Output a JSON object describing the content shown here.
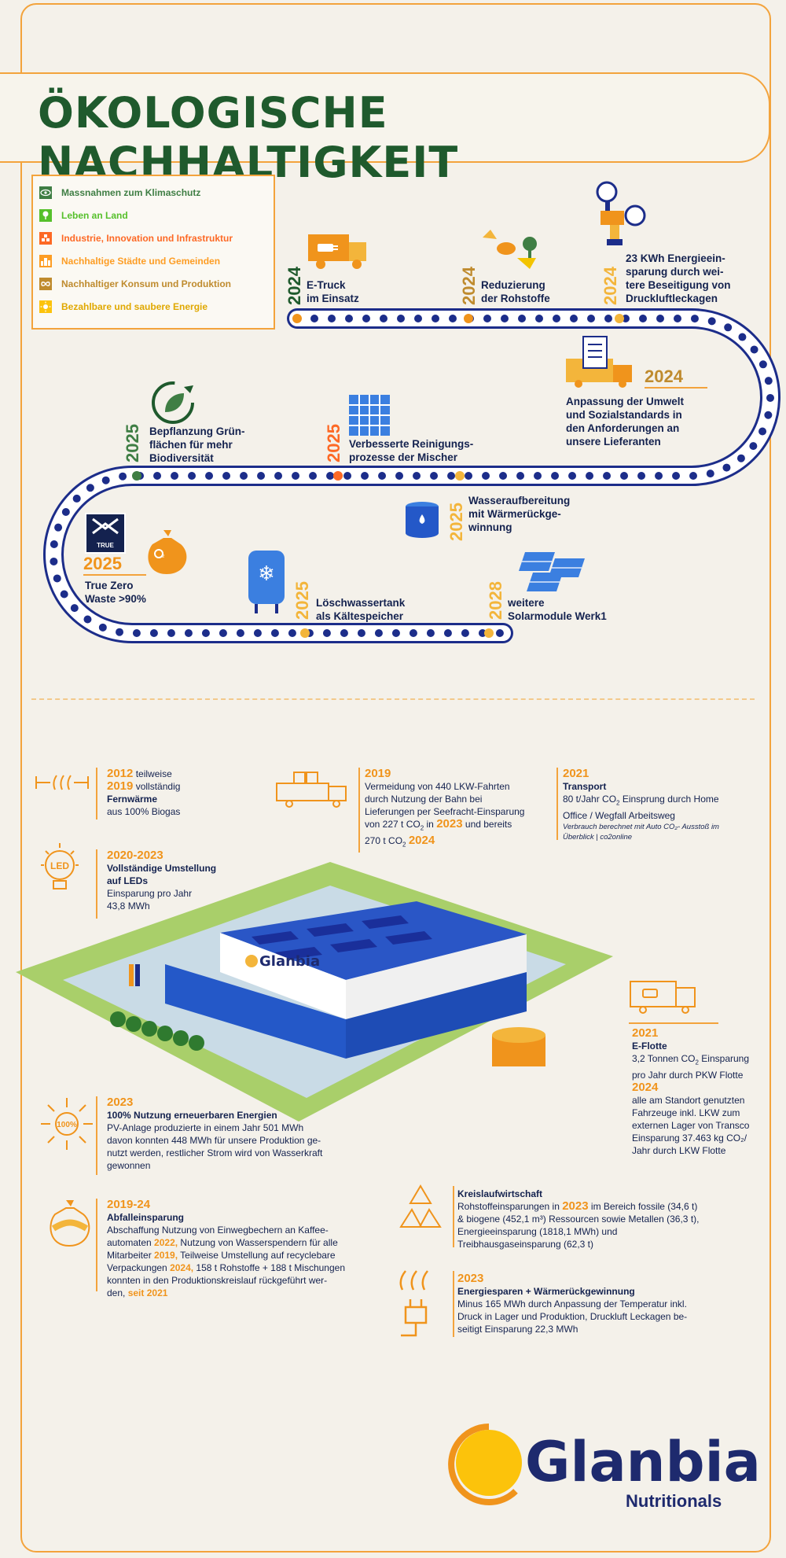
{
  "title": "ÖKOLOGISCHE NACHHALTIGKEIT",
  "legend": [
    {
      "label": "Massnahmen zum Klimaschutz",
      "color": "#3f7e44",
      "icon": "eye-icon"
    },
    {
      "label": "Leben an Land",
      "color": "#56c02b",
      "icon": "tree-icon"
    },
    {
      "label": "Industrie, Innovation und Infrastruktur",
      "color": "#fd6925",
      "icon": "cubes-icon"
    },
    {
      "label": "Nachhaltige Städte und Gemeinden",
      "color": "#fd9d24",
      "icon": "city-icon"
    },
    {
      "label": "Nachhaltiger Konsum und Produktion",
      "color": "#bf8b2e",
      "icon": "infinity-icon"
    },
    {
      "label": "Bezahlbare und saubere Energie",
      "color": "#fcc30b",
      "icon": "sun-icon"
    }
  ],
  "timeline": [
    {
      "year": "2024",
      "lines": [
        "E-Truck",
        "im Einsatz"
      ],
      "color": "#f0941c"
    },
    {
      "year": "2024",
      "lines": [
        "Reduzierung",
        "der Rohstoffe"
      ],
      "color": "#f0941c"
    },
    {
      "year": "2024",
      "lines": [
        "23 KWh Energieein-",
        "sparung  durch wei-",
        "tere Beseitigung von",
        "Druckluftleckagen"
      ],
      "color": "#f3b53b"
    },
    {
      "year": "2024",
      "lines": [
        "Anpassung der Umwelt",
        "und Sozialstandards in",
        "den Anforderungen an",
        "unsere Lieferanten"
      ],
      "color": "#bf8b2e"
    },
    {
      "year": "2025",
      "lines": [
        "Verbesserte Reinigungs-",
        "prozesse der Mischer"
      ],
      "color": "#fd6925"
    },
    {
      "year": "2025",
      "lines": [
        "Bepflanzung Grün-",
        "flächen für mehr",
        "Biodiversität"
      ],
      "color": "#3f7e44"
    },
    {
      "year": "2025",
      "lines": [
        "Wasseraufbereitung",
        "mit Wärmerückge-",
        "winnung"
      ],
      "color": "#f3b53b"
    },
    {
      "year": "2025",
      "lines": [
        "True Zero",
        "Waste >90%"
      ],
      "color": "#f0941c"
    },
    {
      "year": "2025",
      "lines": [
        "Löschwassertank",
        "als Kältespeicher"
      ],
      "color": "#f3b53b"
    },
    {
      "year": "2028",
      "lines": [
        "weitere",
        "Solarmodule Werk1"
      ],
      "color": "#f3b53b"
    }
  ],
  "true_badge": "TRUE",
  "factory_sign": "Glanbia",
  "facts": {
    "fernwaerme": {
      "y1": "2012",
      "t1": "teilweise",
      "y2": "2019",
      "t2": "vollständig",
      "bold": "Fernwärme",
      "rest": "aus 100% Biogas"
    },
    "bahn": {
      "year": "2019",
      "l1": "Vermeidung  von 440 LKW-Fahrten",
      "l2": "durch Nutzung der Bahn bei",
      "l3": "Lieferungen per  Seefracht-Einsparung",
      "l4a": "von 227 t CO",
      "l4sub": "2",
      "l4b": " in ",
      "l4y": "2023",
      "l4c": " und bereits",
      "l5a": "270 t CO",
      "l5sub": "2",
      "l5y": "2024"
    },
    "transport": {
      "year": "2021",
      "bold": "Transport",
      "l1a": "80 t/Jahr CO",
      "l1sub": "2",
      "l1b": " Einsprung durch Home",
      "l2": "Office / Wegfall Arbeitsweg",
      "note1": "Verbrauch berechnet mit Auto CO₂- Ausstoß im",
      "note2": "Überblick | co2online"
    },
    "led": {
      "year": "2020-2023",
      "b1": "Vollständige Umstellung",
      "b2": "auf LEDs",
      "l1": "Einsparung pro Jahr",
      "l2": "43,8 MWh",
      "icon_text": "LED"
    },
    "eflotte": {
      "year": "2021",
      "bold": "E-Flotte",
      "l1a": "3,2 Tonnen CO",
      "l1sub": "2",
      "l1b": " Einsparung",
      "l2": "pro Jahr durch PKW Flotte",
      "year2": "2024",
      "m1": "alle am Standort genutzten",
      "m2": "Fahrzeuge inkl. LKW zum",
      "m3": "externen Lager von Transco",
      "m4": "Einsparung 37.463 kg CO₂/",
      "m5": "Jahr durch LKW Flotte"
    },
    "erneuerbar": {
      "year": "2023",
      "bold": "100% Nutzung erneuerbaren Energien",
      "l1": "PV-Anlage produzierte in einem Jahr 501 MWh",
      "l2": "davon konnten 448 MWh für unsere Produktion ge-",
      "l3": "nutzt werden, restlicher Strom wird von Wasserkraft",
      "l4": "gewonnen",
      "icon_text": "100%"
    },
    "kreislauf": {
      "bold": "Kreislaufwirtschaft",
      "l1a": "Rohstoffeinsparungen in ",
      "l1y": "2023",
      "l1b": " im Bereich fossile (34,6 t)",
      "l2": "& biogene (452,1 m³) Ressourcen sowie Metallen (36,3 t),",
      "l3": "Energieeinsparung (1818,1 MWh) und",
      "l4": "Treibhausgaseinsparung (62,3 t)"
    },
    "abfall": {
      "year": "2019-24",
      "bold": "Abfalleinsparung",
      "l1": "Abschaffung Nutzung von Einwegbechern an Kaffee-",
      "l2a": "automaten ",
      "l2y": "2022,",
      "l2b": " Nutzung von Wasserspendern für alle",
      "l3a": "Mitarbeiter ",
      "l3y": "2019,",
      "l3b": " Teilweise Umstellung auf recyclebare",
      "l4a": "Verpackungen ",
      "l4y": "2024,",
      "l4b": " 158 t Rohstoffe + 188 t Mischungen",
      "l5": "konnten in den Produktionskreislauf rückgeführt wer-",
      "l6a": "den, ",
      "l6y": "seit 2021"
    },
    "energie": {
      "year": "2023",
      "bold": "Energiesparen + Wärmerückgewinnung",
      "l1": "Minus 165 MWh durch Anpassung der Temperatur inkl.",
      "l2": "Druck in Lager und Produktion, Druckluft Leckagen be-",
      "l3": "seitigt Einsparung 22,3 MWh"
    }
  },
  "logo": {
    "name": "Glanbia",
    "sub": "Nutritionals"
  }
}
